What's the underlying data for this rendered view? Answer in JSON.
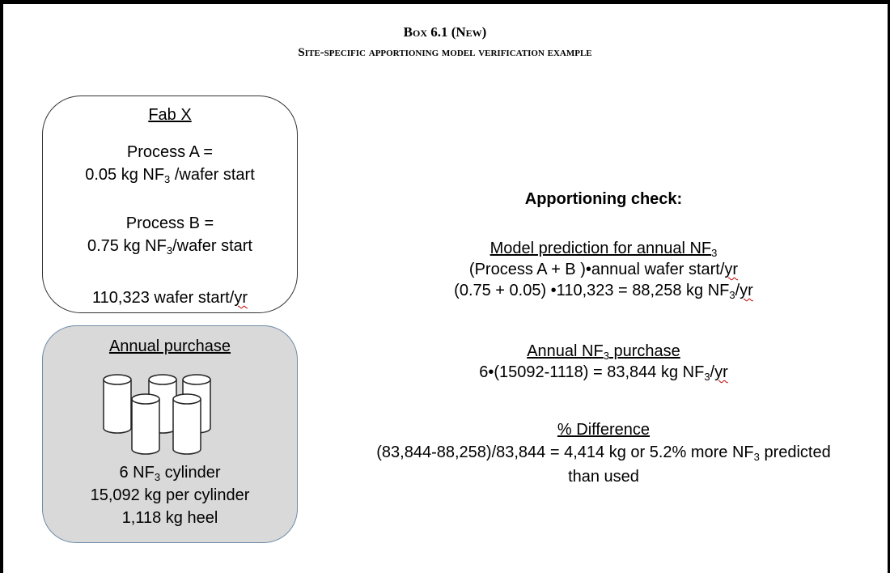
{
  "box": {
    "title": "Box 6.1 (New)",
    "subtitle": "Site-specific apportioning model verification example"
  },
  "fab": {
    "heading": "Fab X",
    "process_a_label": "Process A =",
    "process_a_value_pre": "0.05 kg NF",
    "process_a_value_post": " /wafer start",
    "process_b_label": "Process B =",
    "process_b_value_pre": "0.75 kg NF",
    "process_b_value_post": "/wafer start",
    "wafer_starts_pre": "110,323 wafer start/",
    "wafer_starts_unit": "yr"
  },
  "purchase": {
    "heading": "Annual purchase",
    "cylinders_pre": "6 NF",
    "cylinders_post": " cylinder",
    "per_cylinder": "15,092 kg per cylinder",
    "heel": "1,118 kg heel"
  },
  "check": {
    "heading": "Apportioning check:",
    "model_heading_pre": "Model prediction for annual NF",
    "model_formula_pre": "(Process A + B )•annual wafer start/",
    "model_formula_unit": "yr",
    "model_calc_pre": "(0.75 + 0.05) •110,323 = 88,258 kg NF",
    "model_calc_slash": "/",
    "model_calc_unit": "yr",
    "purchase_heading_pre": "Annual NF",
    "purchase_heading_post": " purchase",
    "purchase_calc_pre": "6•(15092-1118) =  83,844 kg NF",
    "purchase_calc_slash": "/",
    "purchase_calc_unit": "yr",
    "diff_heading": "% Difference",
    "diff_line1_pre": "(83,844-88,258)/83,844 = 4,414 kg or 5.2% more NF",
    "diff_line1_post": " predicted",
    "diff_line2": "than used"
  },
  "subscript": "3"
}
